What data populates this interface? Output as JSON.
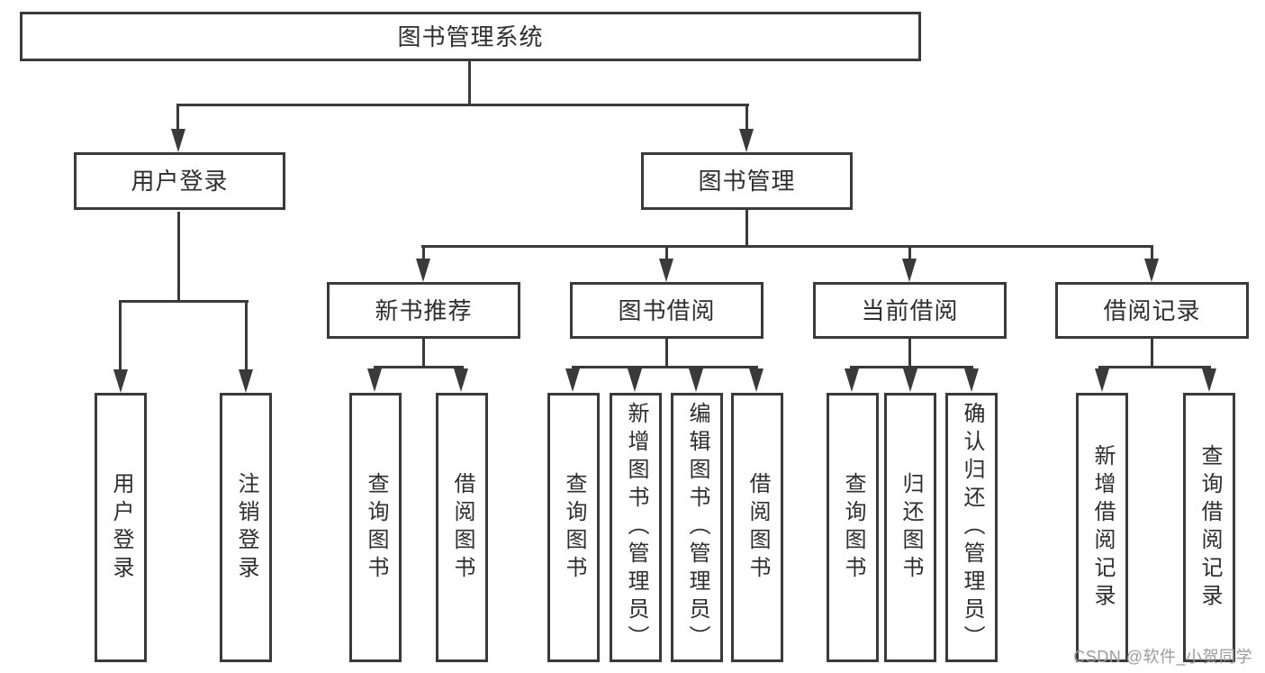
{
  "palette": {
    "line": "#3a3a3a",
    "text": "#2e2e2e",
    "box_fill": "#ffffff",
    "background": "#ffffff",
    "watermark_text": "#9b9b9b"
  },
  "watermark": {
    "text": "CSDN @软件_小贺同学"
  },
  "diagram": {
    "root": {
      "label": "图书管理系统"
    },
    "level1": {
      "user_login": {
        "label": "用户登录"
      },
      "book_management": {
        "label": "图书管理"
      }
    },
    "level2": {
      "new_book_recommend": {
        "label": "新书推荐"
      },
      "book_borrowing": {
        "label": "图书借阅"
      },
      "current_borrowing": {
        "label": "当前借阅"
      },
      "borrowing_records": {
        "label": "借阅记录"
      }
    },
    "level3": {
      "user_login": {
        "label": "用户登录"
      },
      "logout": {
        "label": "注销登录"
      },
      "recommend_query_books": {
        "label": "查询图书"
      },
      "recommend_borrow_books": {
        "label": "借阅图书"
      },
      "borrowing_query_books": {
        "label": "查询图书"
      },
      "borrowing_add_books": {
        "label": "新增图书（管理员）"
      },
      "borrowing_edit_books": {
        "label": "编辑图书（管理员）"
      },
      "borrowing_borrow_books": {
        "label": "借阅图书"
      },
      "current_query_books": {
        "label": "查询图书"
      },
      "current_return_books": {
        "label": "归还图书"
      },
      "current_confirm_return": {
        "label": "确认归还（管理员）"
      },
      "records_add_record": {
        "label": "新增借阅记录"
      },
      "records_query_record": {
        "label": "查询借阅记录"
      }
    }
  }
}
